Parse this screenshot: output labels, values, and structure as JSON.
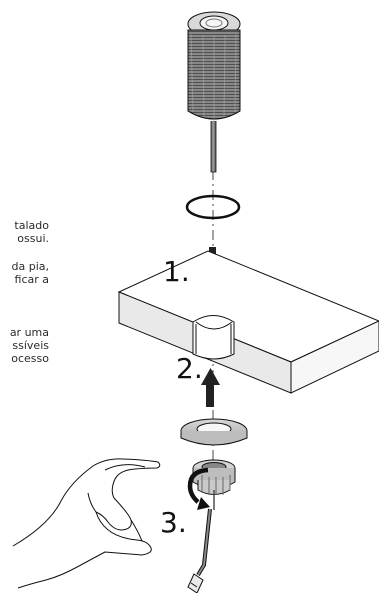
{
  "left_text_snippets": {
    "line1": "talado",
    "line2": "ossui.",
    "line3": "da pia,",
    "line4": "ficar a",
    "line5": "",
    "line6": "ar uma",
    "line7": "ssíveis",
    "line8": "ocesso",
    "line9": ""
  },
  "steps": [
    {
      "label": "1."
    },
    {
      "label": "2."
    },
    {
      "label": "3."
    }
  ]
}
